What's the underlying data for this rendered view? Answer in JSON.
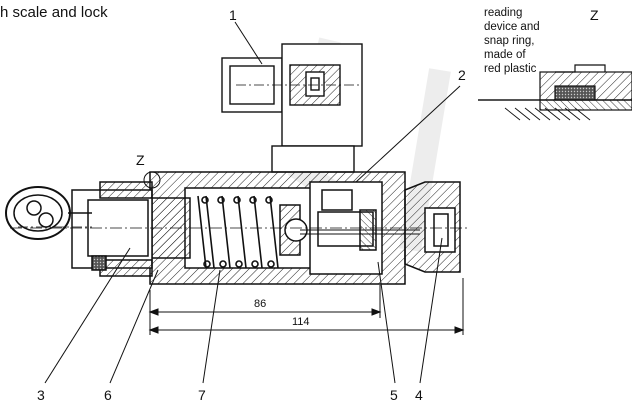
{
  "caption": "h scale and lock",
  "inset": {
    "lines": [
      "reading",
      "device and",
      "snap ring,",
      "made of",
      "red plastic"
    ],
    "detail_label": "Z"
  },
  "detail_marker": "Z",
  "part_labels": [
    "1",
    "2",
    "3",
    "6",
    "7",
    "5",
    "4"
  ],
  "dimensions": {
    "inner": "86",
    "outer": "114"
  }
}
